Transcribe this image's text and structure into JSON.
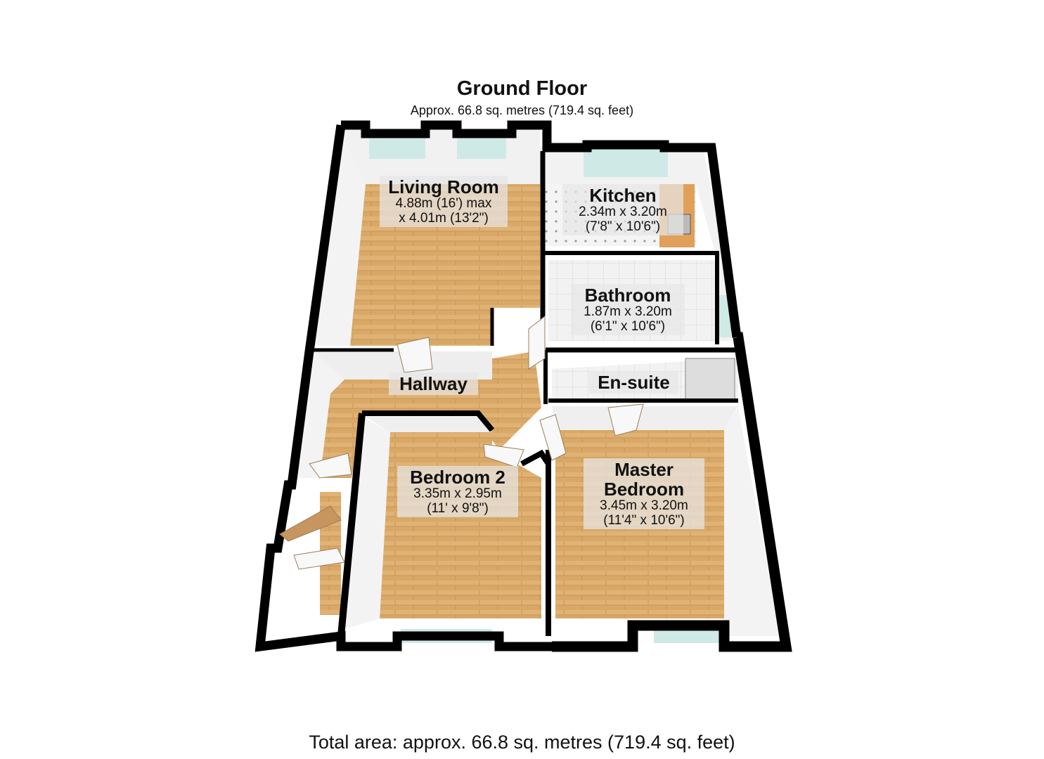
{
  "header": {
    "title": "Ground Floor",
    "subtitle": "Approx. 66.8 sq. metres (719.4 sq. feet)"
  },
  "rooms": {
    "living_room": {
      "name": "Living Room",
      "dim_metric": "4.88m (16') max",
      "dim_imperial": "x 4.01m (13'2\")"
    },
    "kitchen": {
      "name": "Kitchen",
      "dim_metric": "2.34m x 3.20m",
      "dim_imperial": "(7'8\" x 10'6\")"
    },
    "bathroom": {
      "name": "Bathroom",
      "dim_metric": "1.87m x 3.20m",
      "dim_imperial": "(6'1\" x 10'6\")"
    },
    "hallway": {
      "name": "Hallway"
    },
    "ensuite": {
      "name": "En-suite"
    },
    "bedroom2": {
      "name": "Bedroom 2",
      "dim_metric": "3.35m x 2.95m",
      "dim_imperial": "(11' x 9'8\")"
    },
    "master_bedroom": {
      "name": "Master Bedroom",
      "dim_metric": "3.45m x 3.20m",
      "dim_imperial": "(11'4\" x 10'6\")"
    }
  },
  "footer": {
    "total_area": "Total area: approx. 66.8 sq. metres (719.4 sq. feet)"
  },
  "colors": {
    "wall": "#000000",
    "wood_floor": "#d9a866",
    "tile_floor": "#f0f0f0",
    "inner_wall": "#f4f4f4",
    "window": "#cfe9e6",
    "worktop": "#e0a05a"
  }
}
